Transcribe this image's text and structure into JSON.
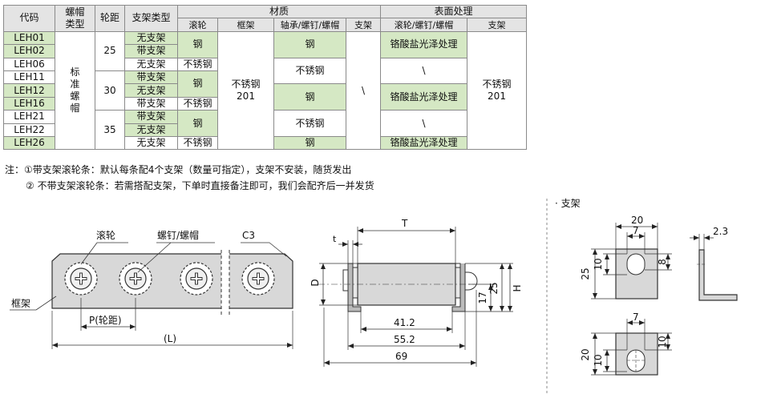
{
  "table": {
    "headers": {
      "code": "代码",
      "nut_type": "螺帽\n类型",
      "pitch": "轮距",
      "bracket_type": "支架类型",
      "material": "材质",
      "surface": "表面处理",
      "roller": "滚轮",
      "frame": "框架",
      "bearing": "轴承/螺钉/螺帽",
      "bracket": "支架",
      "surface_roller": "滚轮/螺钉/螺帽",
      "surface_bracket": "支架"
    },
    "codes": [
      "LEH01",
      "LEH02",
      "LEH06",
      "LEH11",
      "LEH12",
      "LEH16",
      "LEH21",
      "LEH22",
      "LEH26"
    ],
    "nut_type": "标\n准\n螺\n帽",
    "pitches": [
      "25",
      "30",
      "35"
    ],
    "bracket_types": [
      "无支架",
      "带支架",
      "无支架",
      "带支架",
      "无支架",
      "带支架",
      "带支架",
      "无支架",
      "无支架"
    ],
    "roller_values": [
      "钢",
      "不锈钢",
      "钢",
      "不锈钢",
      "钢",
      "不锈钢"
    ],
    "frame_value": "不锈钢\n201",
    "bearing_values": [
      "钢",
      "不锈钢",
      "钢",
      "不锈钢",
      "钢"
    ],
    "bracket_value": "\\",
    "surface_values": [
      "铬酸盐光泽处理",
      "\\",
      "铬酸盐光泽处理",
      "\\",
      "铬酸盐光泽处理"
    ],
    "surface_bracket_value": "不锈钢\n201"
  },
  "notes": {
    "line1": "注：①带支架滚轮条：默认每条配4个支架（数量可指定），支架不安装，随货发出",
    "line2": "② 不带支架滚轮条：若需搭配支架，下单时直接备注即可，我们会配齐后一并发货"
  },
  "drawing_labels": {
    "roller": "滚轮",
    "screw_nut": "螺钉/螺帽",
    "c3": "C3",
    "frame": "框架",
    "pitch": "P(轮距)",
    "length": "(L)",
    "t": "T",
    "t_small": "t",
    "d": "D",
    "h": "H",
    "dim_17": "17",
    "dim_25": "25",
    "dim_41_2": "41.2",
    "dim_55_2": "55.2",
    "dim_69": "69",
    "bracket_title": "· 支架",
    "b_20_top": "20",
    "b_7_top": "7",
    "b_2_3": "2.3",
    "b_25": "25",
    "b_10_left": "10",
    "b_8": "8",
    "b_7_bottom": "7",
    "b_20_bottom": "20",
    "b_10_bottom_left": "10",
    "b_10_bottom_right": "10"
  }
}
